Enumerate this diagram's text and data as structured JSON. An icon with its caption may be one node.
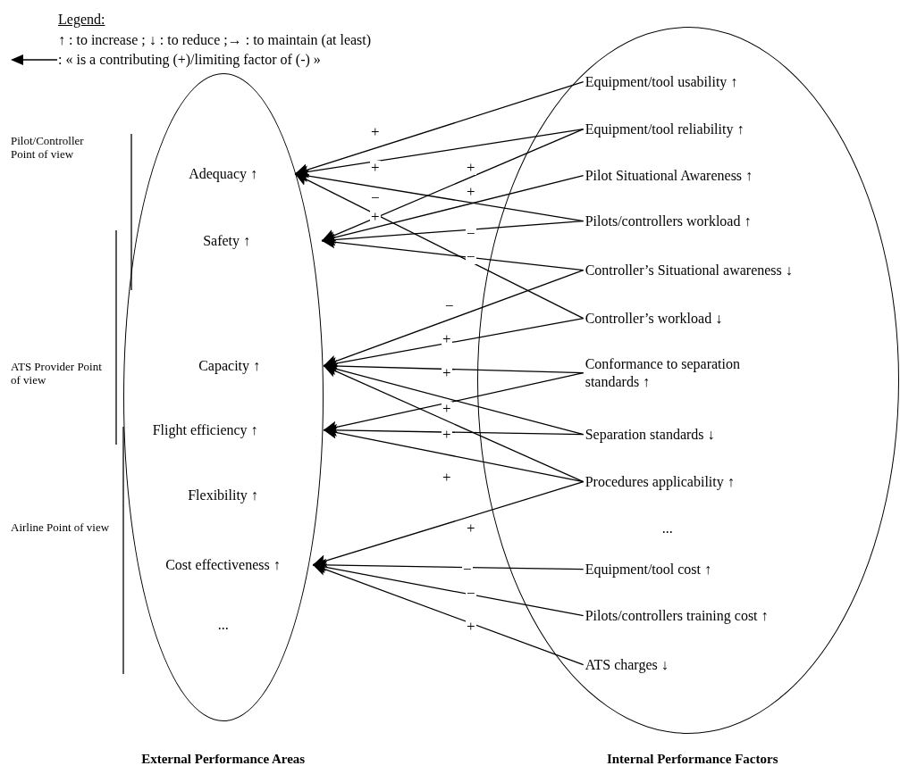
{
  "diagram": {
    "nodes": [
      {
        "text": [
          "External Performance Areas"
        ]
      },
      {
        "text": [
          "Adequacy ↑"
        ],
        "in": 0
      },
      {
        "text": [
          "Safety ↑"
        ],
        "in": 0
      },
      {
        "text": [
          "Capacity ↑"
        ],
        "in": 0
      },
      {
        "text": [
          "Flight efficiency ↑"
        ],
        "in": 0
      },
      {
        "text": [
          "Flexibility ↑"
        ],
        "in": 0
      },
      {
        "text": [
          "Cost effectiveness ↑"
        ],
        "in": 0
      },
      {
        "text": [
          "..."
        ],
        "in": 0
      },
      {
        "text": [
          "Internal Performance Factors"
        ]
      },
      {
        "text": [
          "Equipment/tool usability ↑"
        ],
        "in": 8
      },
      {
        "text": [
          "Equipment/tool reliability ↑"
        ],
        "in": 8
      },
      {
        "text": [
          "Pilot Situational Awareness ↑"
        ],
        "in": 8
      },
      {
        "text": [
          "Pilots/controllers workload ↑"
        ],
        "in": 8
      },
      {
        "text": [
          "Controller’s Situational awareness ↓"
        ],
        "in": 8
      },
      {
        "text": [
          "Controller’s workload ↓"
        ],
        "in": 8
      },
      {
        "text": [
          "Conformance to separation standards ↑"
        ],
        "in": 8
      },
      {
        "text": [
          "Separation standards ↓"
        ],
        "in": 8
      },
      {
        "text": [
          "Procedures applicability ↑"
        ],
        "in": 8
      },
      {
        "text": [
          "..."
        ],
        "in": 8
      },
      {
        "text": [
          "Equipment/tool cost ↑"
        ],
        "in": 8
      },
      {
        "text": [
          "Pilots/controllers training cost ↑"
        ],
        "in": 8
      },
      {
        "text": [
          "ATS charges ↓"
        ],
        "in": 8
      }
    ],
    "edges": [
      {
        "from": 9,
        "to": 1,
        "arrow": "to",
        "label": "+"
      },
      {
        "from": 10,
        "to": 1,
        "arrow": "to",
        "label": "+"
      },
      {
        "from": 12,
        "to": 1,
        "arrow": "to",
        "label": "−"
      },
      {
        "from": 14,
        "to": 1,
        "arrow": "to",
        "label": "+"
      },
      {
        "from": 10,
        "to": 2,
        "arrow": "to",
        "label": "+"
      },
      {
        "from": 11,
        "to": 2,
        "arrow": "to",
        "label": "+"
      },
      {
        "from": 12,
        "to": 2,
        "arrow": "to",
        "label": "−"
      },
      {
        "from": 13,
        "to": 2,
        "arrow": "to",
        "label": "−"
      },
      {
        "from": 13,
        "to": 3,
        "arrow": "to",
        "label": "−"
      },
      {
        "from": 14,
        "to": 3,
        "arrow": "to",
        "label": "+"
      },
      {
        "from": 15,
        "to": 3,
        "arrow": "to",
        "label": "+"
      },
      {
        "from": 16,
        "to": 3,
        "arrow": "to"
      },
      {
        "from": 17,
        "to": 3,
        "arrow": "to"
      },
      {
        "from": 15,
        "to": 4,
        "arrow": "to",
        "label": "+"
      },
      {
        "from": 16,
        "to": 4,
        "arrow": "to",
        "label": "+"
      },
      {
        "from": 17,
        "to": 4,
        "arrow": "to",
        "label": "+"
      },
      {
        "from": 17,
        "to": 6,
        "arrow": "to",
        "label": "+"
      },
      {
        "from": 19,
        "to": 6,
        "arrow": "to",
        "label": "−"
      },
      {
        "from": 20,
        "to": 6,
        "arrow": "to",
        "label": "−"
      },
      {
        "from": 21,
        "to": 6,
        "arrow": "to",
        "label": "+"
      }
    ],
    "labels": [
      "Legend:",
      "Pilot/Controller Point of view",
      "ATS Provider Point of view",
      "Airline Point of view"
    ],
    "legend": [
      {
        "text": "↑ : to increase ; ↓ : to reduce ;→ : to maintain (at least)"
      },
      {
        "text": ": « is a contributing (+)/limiting factor of (-) »"
      }
    ]
  }
}
